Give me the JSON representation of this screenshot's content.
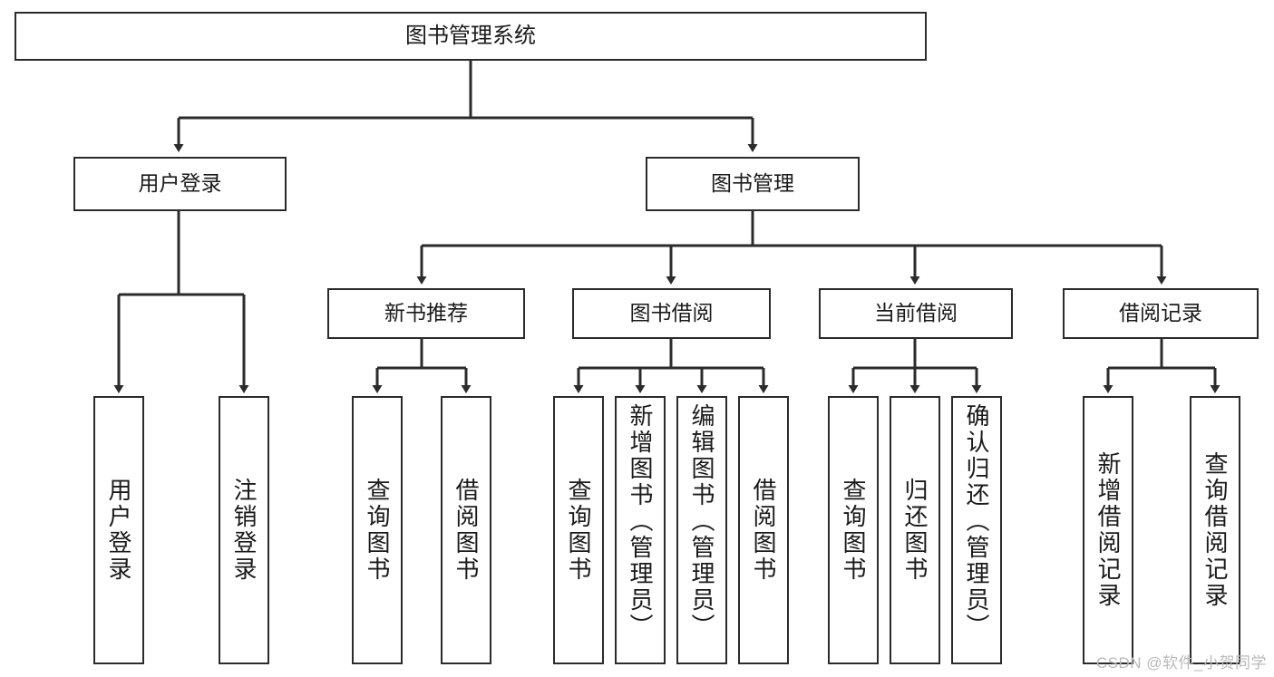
{
  "diagram": {
    "title": "图书管理系统",
    "type": "hierarchy-tree",
    "root": {
      "id": "root",
      "label": "图书管理系统"
    },
    "level2": [
      {
        "id": "user-login",
        "label": "用户登录"
      },
      {
        "id": "book-manage",
        "label": "图书管理"
      }
    ],
    "level3": [
      {
        "id": "new-book-rec",
        "label": "新书推荐",
        "parent": "book-manage"
      },
      {
        "id": "book-borrow",
        "label": "图书借阅",
        "parent": "book-manage"
      },
      {
        "id": "current-borrow",
        "label": "当前借阅",
        "parent": "book-manage"
      },
      {
        "id": "borrow-record",
        "label": "借阅记录",
        "parent": "book-manage"
      }
    ],
    "leaves": [
      {
        "id": "leaf-user-login",
        "label": "用户登录",
        "parent": "user-login"
      },
      {
        "id": "leaf-logout-login",
        "label": "注销登录",
        "parent": "user-login"
      },
      {
        "id": "leaf-query-book-1",
        "label": "查询图书",
        "parent": "new-book-rec"
      },
      {
        "id": "leaf-borrow-book-1",
        "label": "借阅图书",
        "parent": "new-book-rec"
      },
      {
        "id": "leaf-query-book-2",
        "label": "查询图书",
        "parent": "book-borrow"
      },
      {
        "id": "leaf-add-book",
        "label": "新增图书（管理员）",
        "parent": "book-borrow"
      },
      {
        "id": "leaf-edit-book",
        "label": "编辑图书（管理员）",
        "parent": "book-borrow"
      },
      {
        "id": "leaf-borrow-book-2",
        "label": "借阅图书",
        "parent": "book-borrow"
      },
      {
        "id": "leaf-query-book-3",
        "label": "查询图书",
        "parent": "current-borrow"
      },
      {
        "id": "leaf-return-book",
        "label": "归还图书",
        "parent": "current-borrow"
      },
      {
        "id": "leaf-confirm-return",
        "label": "确认归还（管理员）",
        "parent": "current-borrow"
      },
      {
        "id": "leaf-add-record",
        "label": "新增借阅记录",
        "parent": "borrow-record"
      },
      {
        "id": "leaf-query-record",
        "label": "查询借阅记录",
        "parent": "borrow-record"
      }
    ],
    "colors": {
      "stroke": "#2b2b2b",
      "fill": "#ffffff",
      "text": "#1a1a1a",
      "watermark": "#b9b9b9"
    }
  },
  "watermark": {
    "text": "CSDN @软件_小贺同学"
  }
}
